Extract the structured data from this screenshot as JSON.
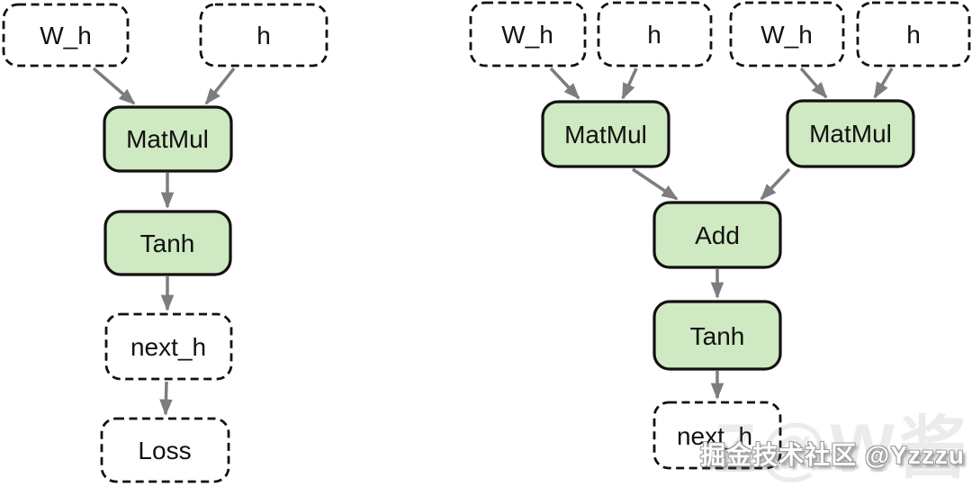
{
  "diagram": {
    "colors": {
      "op_fill": "#cfe9c2",
      "node_border": "#111111",
      "arrow": "#7d7d7d",
      "background": "#ffffff"
    },
    "left_graph": {
      "nodes": [
        {
          "id": "w_h",
          "label": "W_h",
          "kind": "dashed"
        },
        {
          "id": "h",
          "label": "h",
          "kind": "dashed"
        },
        {
          "id": "matmul",
          "label": "MatMul",
          "kind": "op"
        },
        {
          "id": "tanh",
          "label": "Tanh",
          "kind": "op"
        },
        {
          "id": "next_h",
          "label": "next_h",
          "kind": "dashed"
        },
        {
          "id": "loss",
          "label": "Loss",
          "kind": "dashed"
        }
      ],
      "edges": [
        [
          "W_h",
          "MatMul"
        ],
        [
          "h",
          "MatMul"
        ],
        [
          "MatMul",
          "Tanh"
        ],
        [
          "Tanh",
          "next_h"
        ],
        [
          "next_h",
          "Loss"
        ]
      ]
    },
    "right_graph": {
      "nodes": [
        {
          "id": "w_h_1",
          "label": "W_h",
          "kind": "dashed"
        },
        {
          "id": "h_1",
          "label": "h",
          "kind": "dashed"
        },
        {
          "id": "w_h_2",
          "label": "W_h",
          "kind": "dashed"
        },
        {
          "id": "h_2",
          "label": "h",
          "kind": "dashed"
        },
        {
          "id": "matmul_1",
          "label": "MatMul",
          "kind": "op"
        },
        {
          "id": "matmul_2",
          "label": "MatMul",
          "kind": "op"
        },
        {
          "id": "add",
          "label": "Add",
          "kind": "op"
        },
        {
          "id": "tanh",
          "label": "Tanh",
          "kind": "op"
        },
        {
          "id": "next_h",
          "label": "next_h",
          "kind": "dashed"
        }
      ],
      "edges": [
        [
          "W_h#1",
          "MatMul#1"
        ],
        [
          "h#1",
          "MatMul#1"
        ],
        [
          "W_h#2",
          "MatMul#2"
        ],
        [
          "h#2",
          "MatMul#2"
        ],
        [
          "MatMul#1",
          "Add"
        ],
        [
          "MatMul#2",
          "Add"
        ],
        [
          "Add",
          "Tanh"
        ],
        [
          "Tanh",
          "next_h"
        ]
      ]
    }
  },
  "watermark": {
    "text": "掘金技术社区 @Yzzzu",
    "faint_text": "Z@W酱"
  }
}
